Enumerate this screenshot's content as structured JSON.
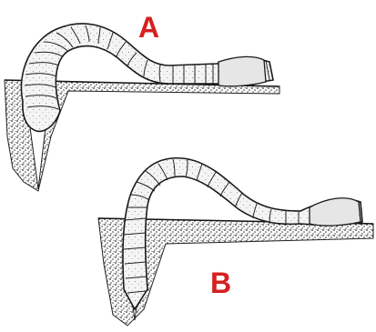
{
  "panels": [
    {
      "id": "A",
      "label": "A"
    },
    {
      "id": "B",
      "label": "B"
    }
  ],
  "colors": {
    "label": "#d62020",
    "ink": "#1a1a1a",
    "soil_dark": "#3a3a3a",
    "worm_fill": "#efefef",
    "background": "#ffffff"
  },
  "icons": [
    "earthworm",
    "soil-burrow"
  ]
}
